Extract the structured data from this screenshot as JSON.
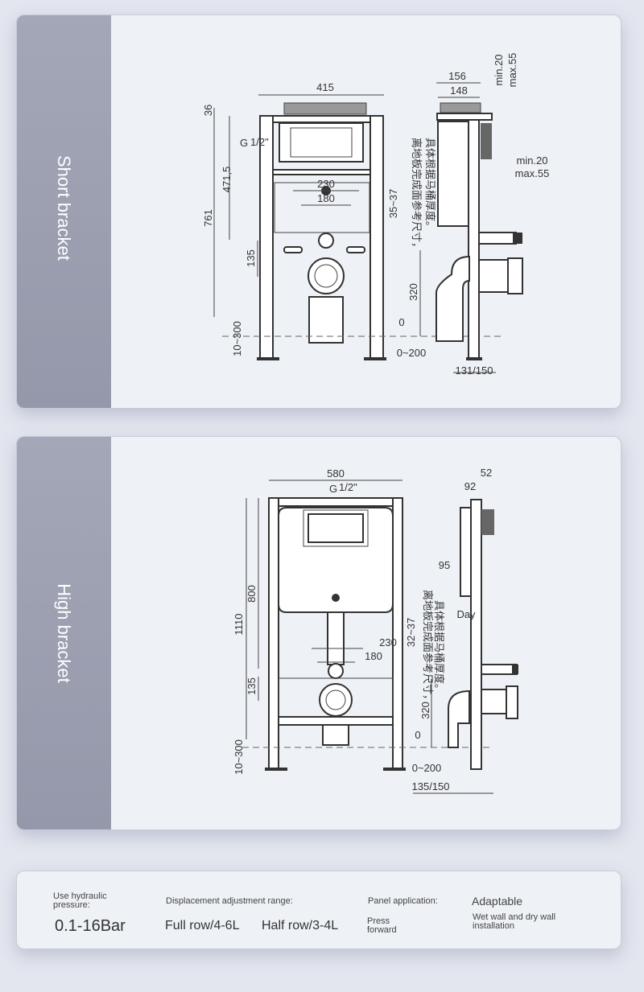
{
  "short_bracket": {
    "label": "Short bracket",
    "dims": {
      "width": "415",
      "top": "36",
      "height": "761",
      "flush_height": "471,5",
      "g": "G",
      "frac": "1/2\"",
      "d230": "230",
      "d180": "180",
      "d135": "135",
      "range1": "35~37",
      "d320": "320",
      "zero": "0",
      "floor_range": "0~200",
      "leg_range": "10~300",
      "side_156": "156",
      "side_148": "148",
      "top_min": "min.20",
      "top_max": "max.55",
      "right_min": "min.20",
      "right_max": "max.55",
      "depth": "131/150"
    },
    "note_line1": "离地板完成面参考尺寸，",
    "note_line2": "具体根据马桶厚度。"
  },
  "high_bracket": {
    "label": "High bracket",
    "dims": {
      "width": "580",
      "g": "G",
      "frac": "1/2\"",
      "height": "1110",
      "d800": "800",
      "d135": "135",
      "leg_range": "10~300",
      "d230": "230",
      "d180": "180",
      "range1": "32~37",
      "d320": "320",
      "zero": "0",
      "floor_range": "0~200",
      "depth": "135/150",
      "side_92": "92",
      "side_52": "52",
      "side_95": "95",
      "day": "Day"
    },
    "note_line1": "离地板完成面参考尺寸，",
    "note_line2": "具体根据马桶厚度。"
  },
  "specs": {
    "pressure_label": "Use hydraulic pressure:",
    "pressure_value": "0.1-16Bar",
    "displacement_label": "Displacement adjustment range:",
    "full_row": "Full row/4-6L",
    "half_row": "Half row/3-4L",
    "panel_label": "Panel application:",
    "panel_value": "Press forward",
    "adaptable_label": "Adaptable",
    "adaptable_value": "Wet wall and dry wall installation"
  }
}
